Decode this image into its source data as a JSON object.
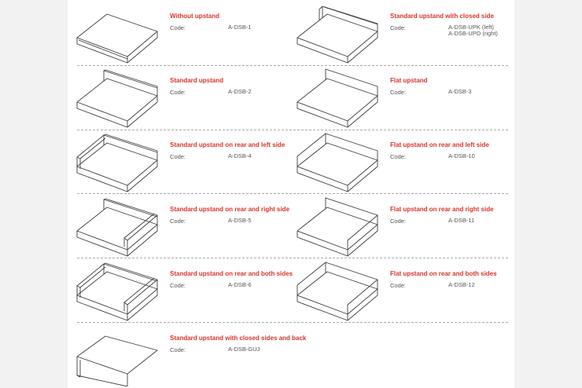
{
  "items": [
    {
      "title": "Without upstand",
      "code_label": "Code:",
      "code": "A-DSB-1",
      "code2": ""
    },
    {
      "title": "Standard upstand with closed side",
      "code_label": "Code:",
      "code": "A-DSB-UPK (left)",
      "code2": "A-DSB-UPD (right)"
    },
    {
      "title": "Standard upstand",
      "code_label": "Code:",
      "code": "A-DSB-2",
      "code2": ""
    },
    {
      "title": "Flat upstand",
      "code_label": "Code:",
      "code": "A-DSB-3",
      "code2": ""
    },
    {
      "title": "Standard upstand on rear and left side",
      "code_label": "Code:",
      "code": "A-DSB-4",
      "code2": ""
    },
    {
      "title": "Flat upstand on rear and left side",
      "code_label": "Code:",
      "code": "A-DSB-10",
      "code2": ""
    },
    {
      "title": "Standard upstand on rear and right side",
      "code_label": "Code:",
      "code": "A-DSB-5",
      "code2": ""
    },
    {
      "title": "Flat upstand on rear and right side",
      "code_label": "Code:",
      "code": "A-DSB-11",
      "code2": ""
    },
    {
      "title": "Standard upstand on rear and both sides",
      "code_label": "Code:",
      "code": "A-DSB-6",
      "code2": ""
    },
    {
      "title": "Flat upstand on rear and both sides",
      "code_label": "Code:",
      "code": "A-DSB-12",
      "code2": ""
    },
    {
      "title": "Standard upstand with closed sides and back",
      "code_label": "Code:",
      "code": "A-DSB-GUJ",
      "code2": ""
    }
  ]
}
